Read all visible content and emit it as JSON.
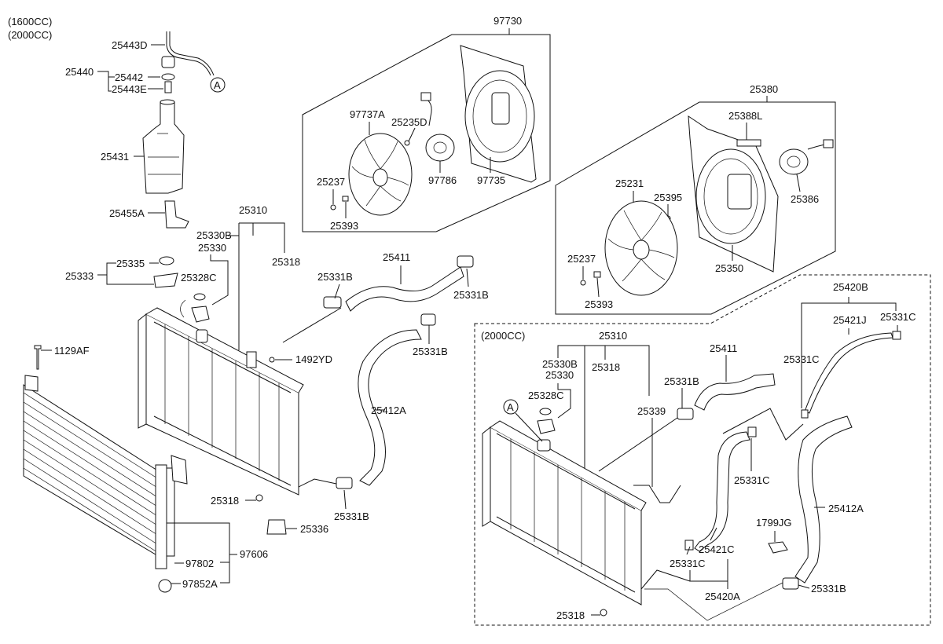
{
  "engine_notes": [
    "(1600CC)",
    "(2000CC)"
  ],
  "inset_title": "(2000CC)",
  "ref_marker": "A",
  "labels": {
    "l_25443D": "25443D",
    "l_25440": "25440",
    "l_25442": "25442",
    "l_25443E": "25443E",
    "l_25431": "25431",
    "l_25455A": "25455A",
    "l_97730": "97730",
    "l_97737A": "97737A",
    "l_25235D": "25235D",
    "l_25237_a": "25237",
    "l_25393_a": "25393",
    "l_97786": "97786",
    "l_97735": "97735",
    "l_25380": "25380",
    "l_25388L": "25388L",
    "l_25231": "25231",
    "l_25395": "25395",
    "l_25386": "25386",
    "l_25237_b": "25237",
    "l_25393_b": "25393",
    "l_25350": "25350",
    "l_25310_a": "25310",
    "l_25330B_a": "25330B",
    "l_25330_a": "25330",
    "l_25318_top": "25318",
    "l_25335": "25335",
    "l_25333": "25333",
    "l_25328C_a": "25328C",
    "l_25411_a": "25411",
    "l_25331B_1": "25331B",
    "l_25331B_2": "25331B",
    "l_25331B_3": "25331B",
    "l_1129AF": "1129AF",
    "l_1492YD": "1492YD",
    "l_25412A_a": "25412A",
    "l_25318_b": "25318",
    "l_25331B_4": "25331B",
    "l_25336": "25336",
    "l_97606": "97606",
    "l_97802": "97802",
    "l_97852A": "97852A",
    "l_25310_b": "25310",
    "l_25330B_b": "25330B",
    "l_25318_c": "25318",
    "l_25330_b": "25330",
    "l_25328C_b": "25328C",
    "l_25411_b": "25411",
    "l_25331B_5": "25331B",
    "l_25339": "25339",
    "l_25420B": "25420B",
    "l_25421J": "25421J",
    "l_25331C_1": "25331C",
    "l_25331C_2": "25331C",
    "l_25331C_3": "25331C",
    "l_25412A_b": "25412A",
    "l_1799JG": "1799JG",
    "l_25421C": "25421C",
    "l_25331C_4": "25331C",
    "l_25420A": "25420A",
    "l_25331B_6": "25331B",
    "l_25318_d": "25318"
  }
}
